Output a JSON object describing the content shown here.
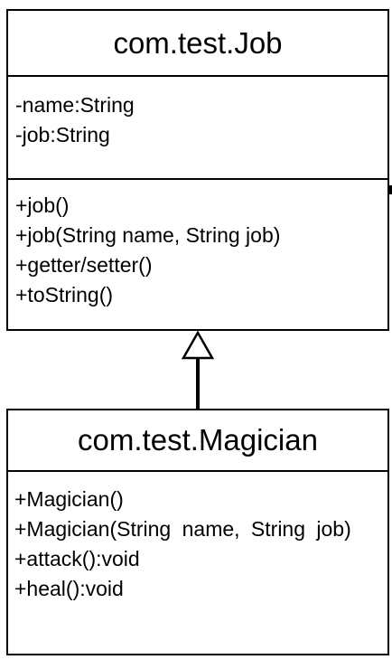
{
  "job_class": {
    "name": "com.test.Job",
    "attributes": [
      "-name:String",
      "-job:String"
    ],
    "methods": [
      "+job()",
      "+job(String name, String job)",
      "+getter/setter()",
      "+toString()"
    ]
  },
  "magician_class": {
    "name": "com.test.Magician",
    "methods": [
      "+Magician()",
      "+Magician(String name, String job)",
      "+attack():void",
      "+heal():void"
    ]
  },
  "relationship": {
    "type": "inheritance",
    "from": "com.test.Magician",
    "to": "com.test.Job"
  }
}
